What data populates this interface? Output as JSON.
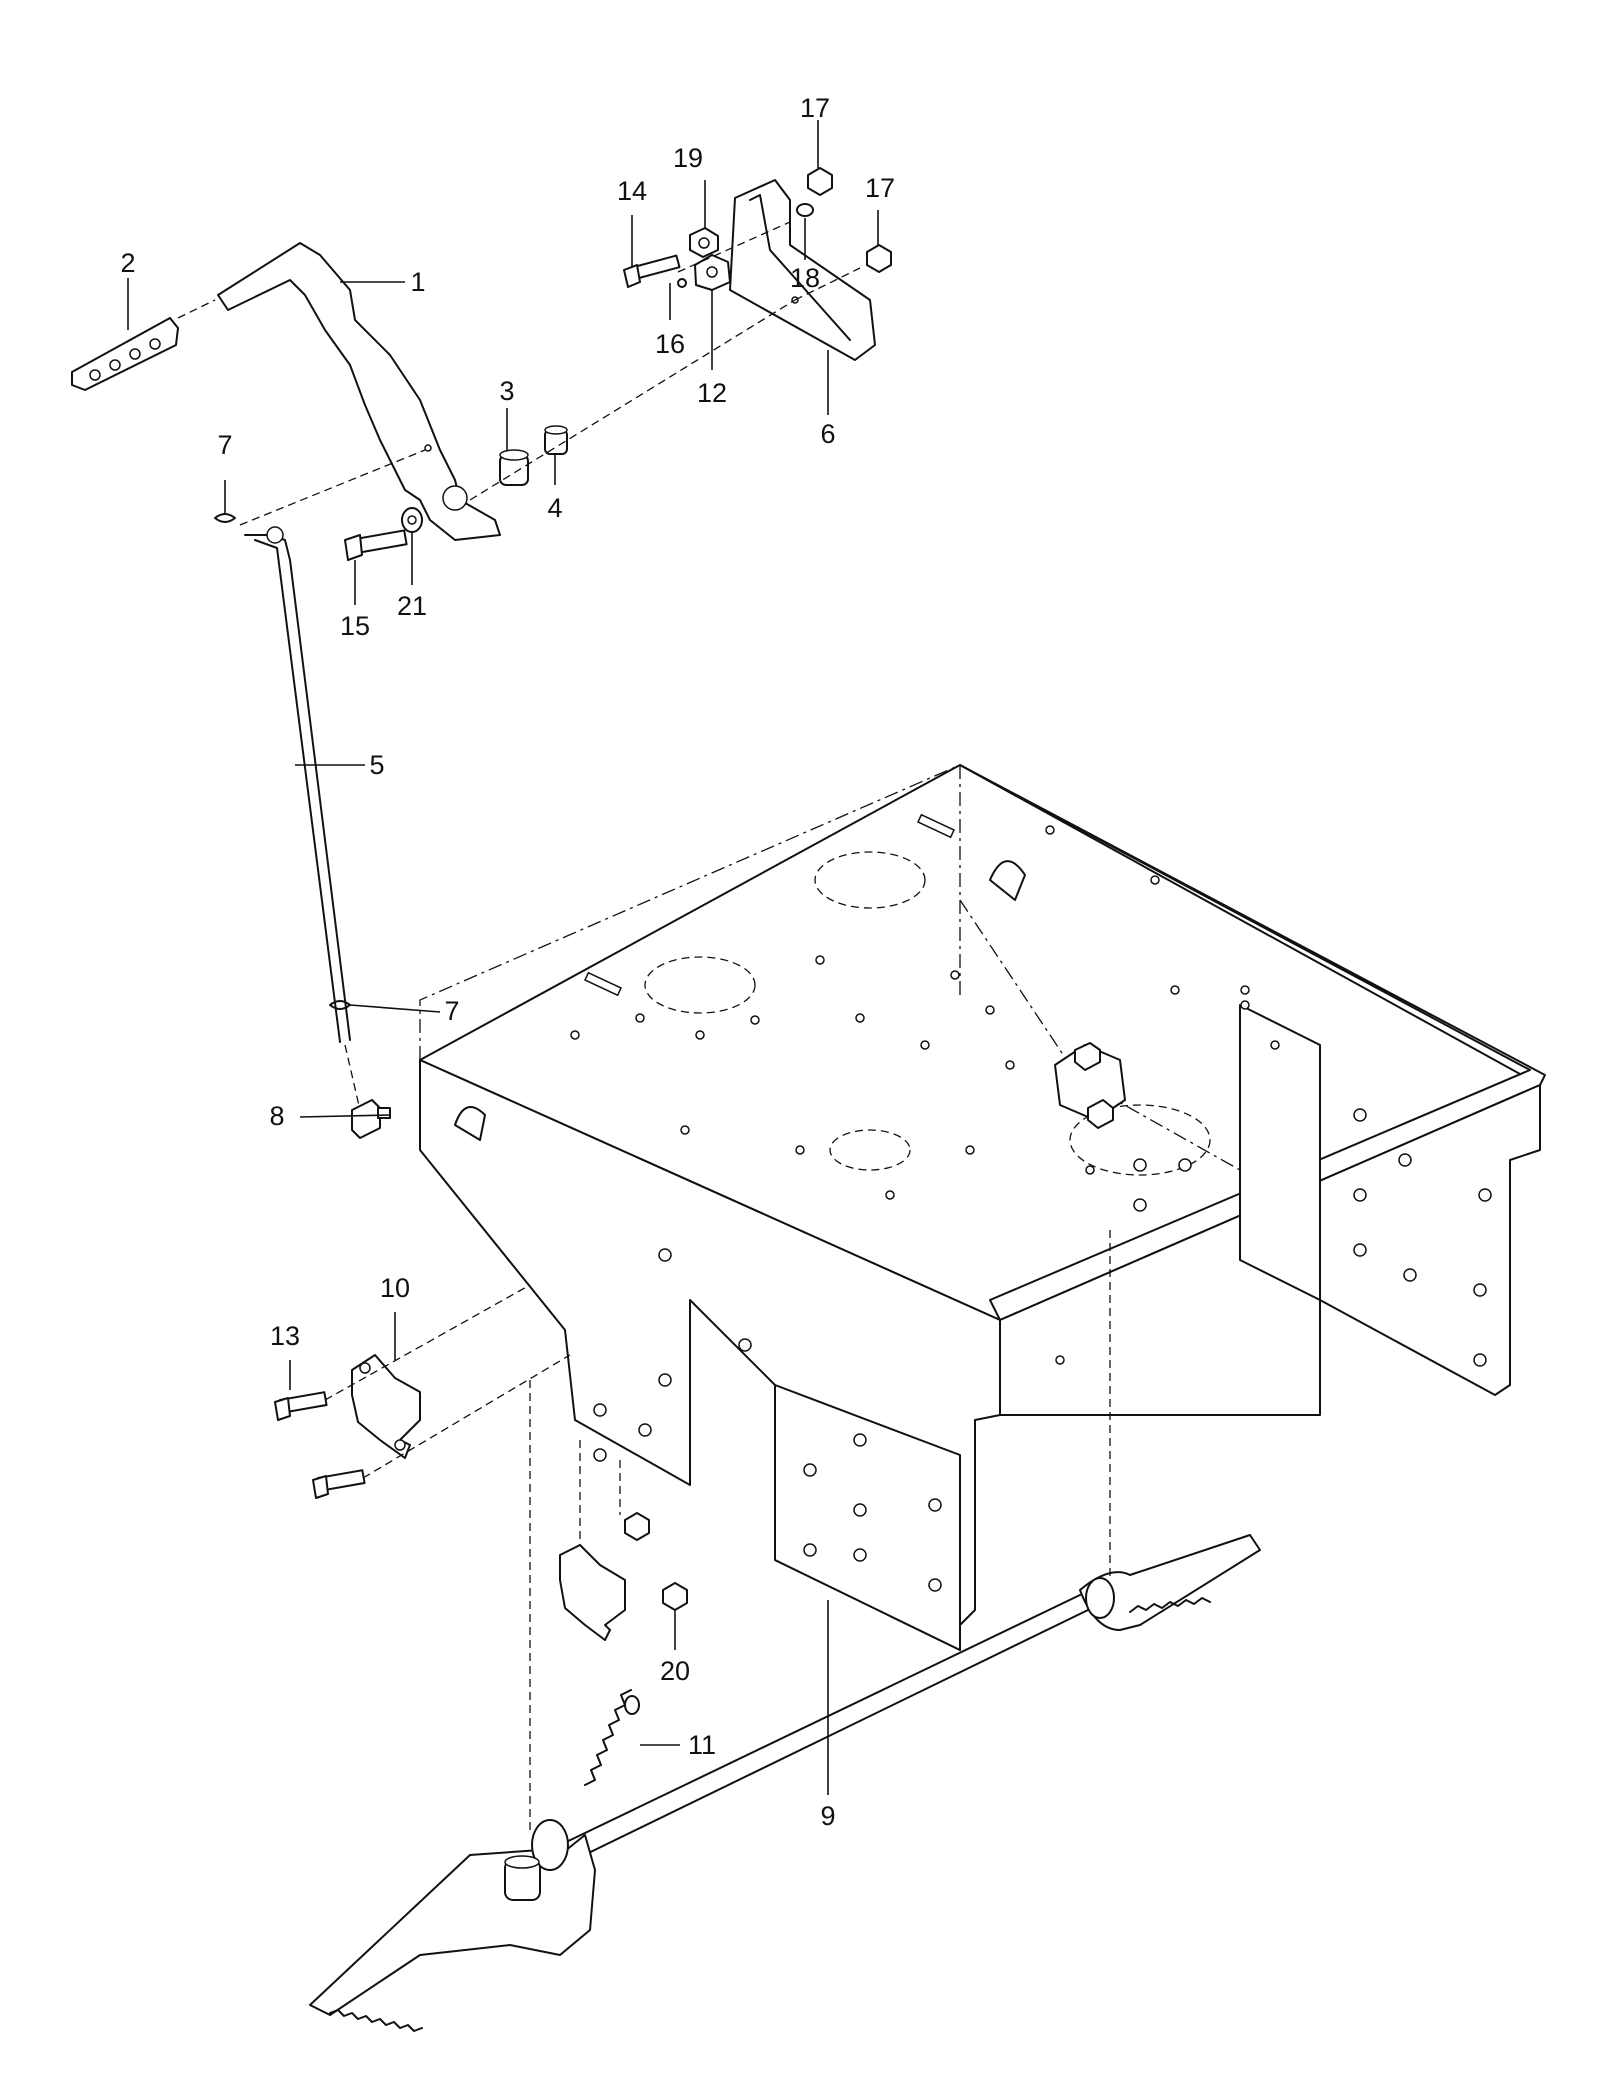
{
  "callouts": [
    {
      "id": "c1",
      "label": "1"
    },
    {
      "id": "c2",
      "label": "2"
    },
    {
      "id": "c3",
      "label": "3"
    },
    {
      "id": "c4",
      "label": "4"
    },
    {
      "id": "c5",
      "label": "5"
    },
    {
      "id": "c6",
      "label": "6"
    },
    {
      "id": "c7a",
      "label": "7"
    },
    {
      "id": "c7b",
      "label": "7"
    },
    {
      "id": "c8",
      "label": "8"
    },
    {
      "id": "c9",
      "label": "9"
    },
    {
      "id": "c10",
      "label": "10"
    },
    {
      "id": "c11",
      "label": "11"
    },
    {
      "id": "c12",
      "label": "12"
    },
    {
      "id": "c13",
      "label": "13"
    },
    {
      "id": "c14",
      "label": "14"
    },
    {
      "id": "c15",
      "label": "15"
    },
    {
      "id": "c16",
      "label": "16"
    },
    {
      "id": "c17a",
      "label": "17"
    },
    {
      "id": "c17b",
      "label": "17"
    },
    {
      "id": "c18",
      "label": "18"
    },
    {
      "id": "c19",
      "label": "19"
    },
    {
      "id": "c20",
      "label": "20"
    },
    {
      "id": "c21",
      "label": "21"
    }
  ]
}
